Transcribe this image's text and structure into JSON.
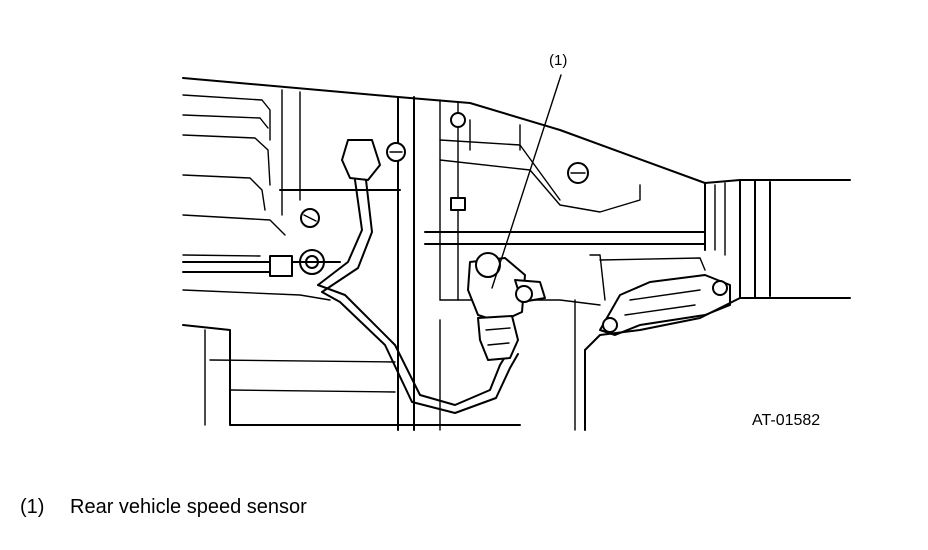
{
  "diagram": {
    "callout_label": "(1)",
    "figure_code": "AT-01582"
  },
  "legend": {
    "items": [
      {
        "key": "(1)",
        "text": "Rear vehicle speed sensor"
      }
    ]
  },
  "icons": [
    "transmission-housing-illustration",
    "speed-sensor-illustration",
    "bolt-icon"
  ]
}
